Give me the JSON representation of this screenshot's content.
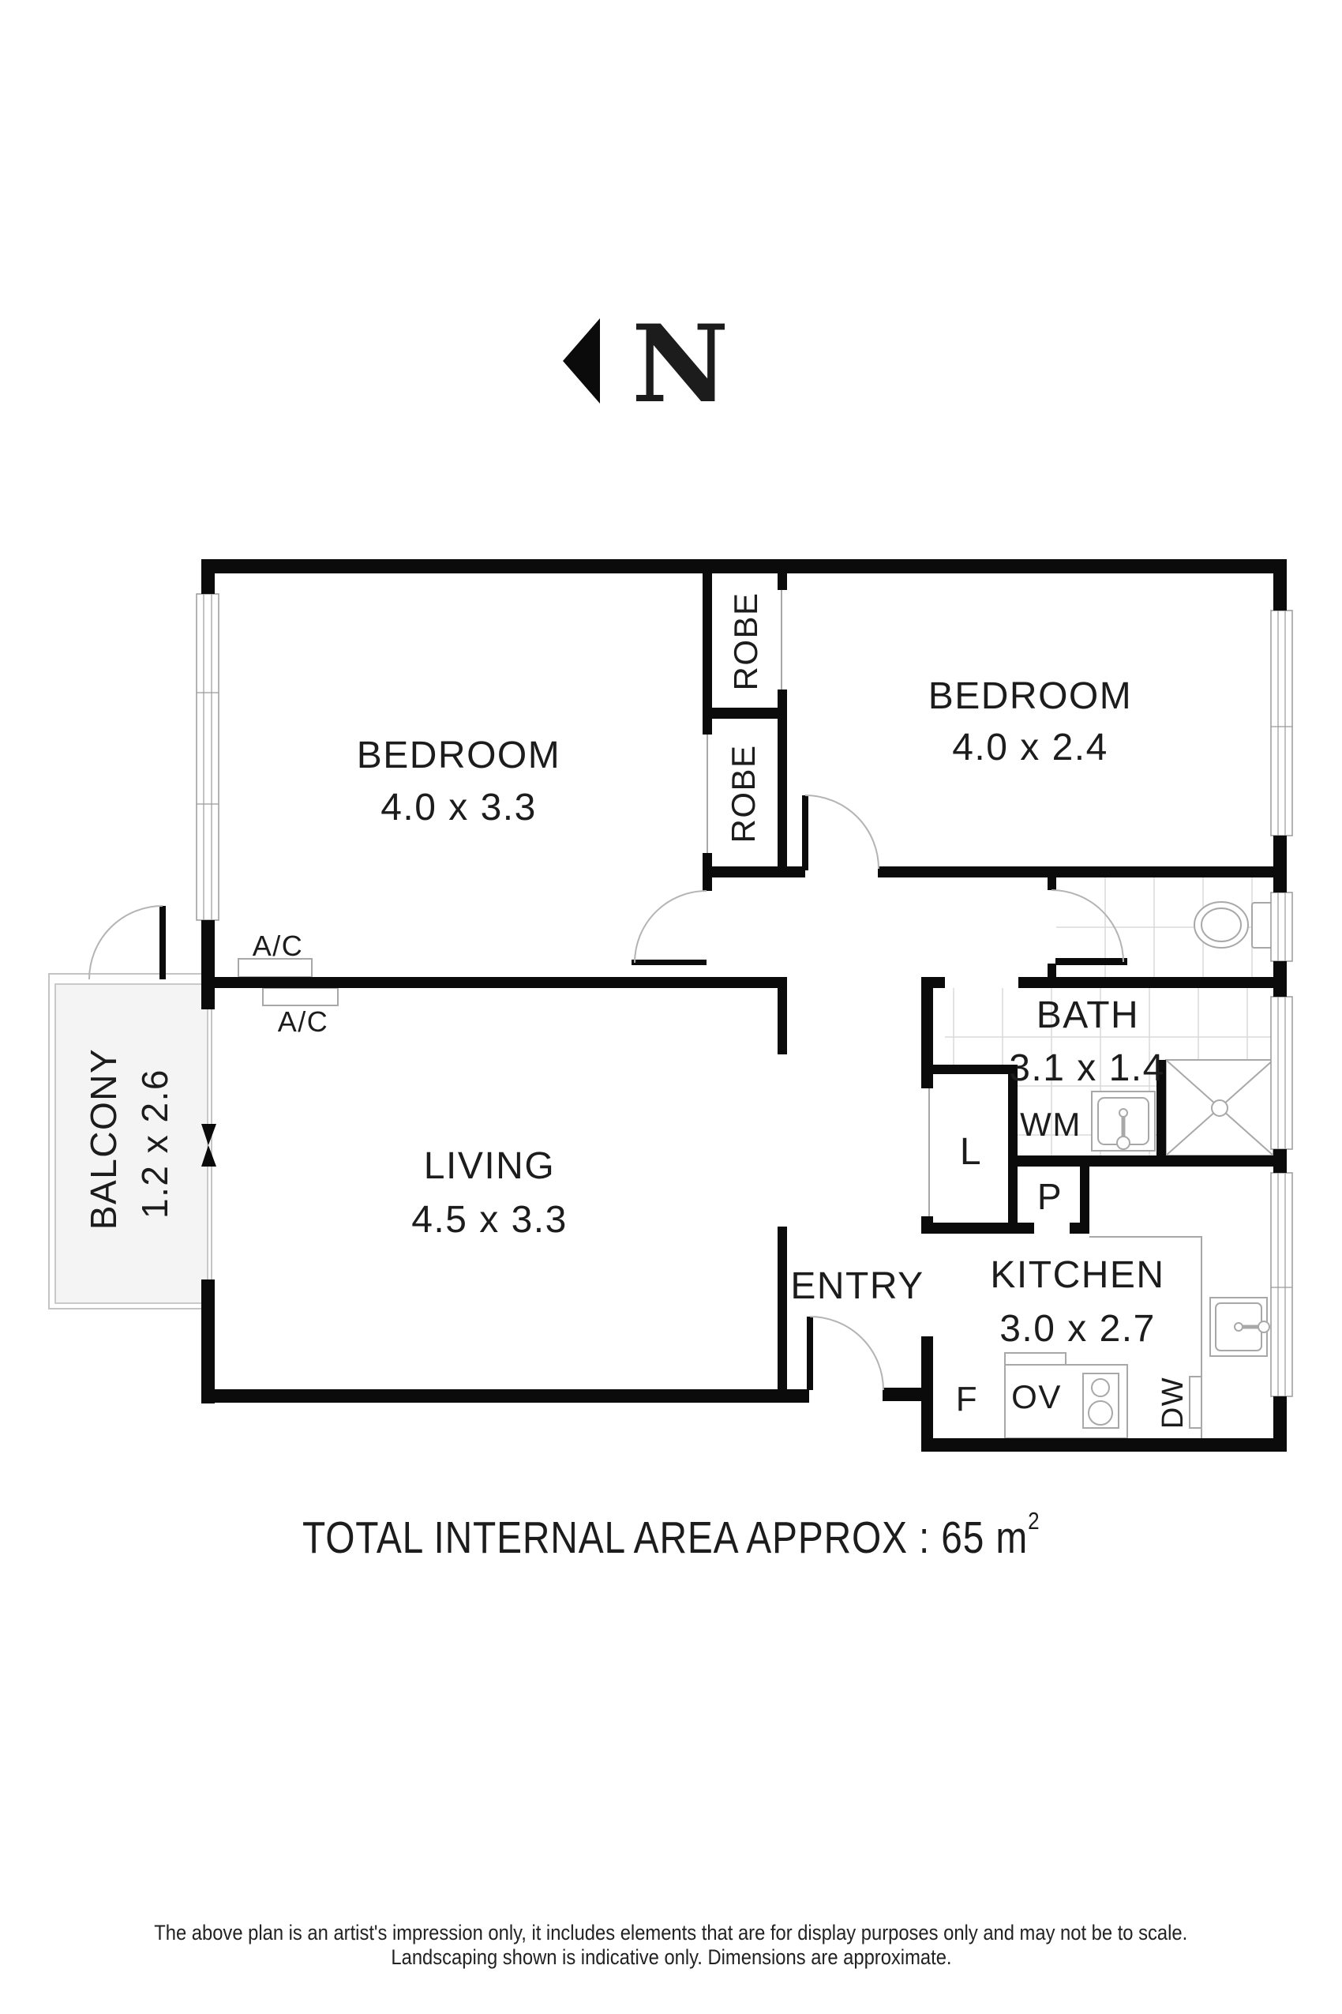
{
  "compass": {
    "label": "N"
  },
  "rooms": {
    "bedroom1": {
      "label": "BEDROOM",
      "dims": "4.0 x 3.3"
    },
    "bedroom2": {
      "label": "BEDROOM",
      "dims": "4.0 x 2.4"
    },
    "living": {
      "label": "LIVING",
      "dims": "4.5 x 3.3"
    },
    "kitchen": {
      "label": "KITCHEN",
      "dims": "3.0 x 2.7"
    },
    "bath": {
      "label": "BATH",
      "dims": "3.1 x 1.4"
    },
    "balcony": {
      "label": "BALCONY",
      "dims": "1.2 x 2.6"
    },
    "entry": {
      "label": "ENTRY"
    }
  },
  "storage": {
    "robe_upper": "ROBE",
    "robe_lower": "ROBE",
    "linen": "L",
    "pantry": "P"
  },
  "appliances": {
    "ac_bedroom": "A/C",
    "ac_living": "A/C",
    "washing_machine": "WM",
    "fridge": "F",
    "oven": "OV",
    "dishwasher": "DW"
  },
  "summary": {
    "label": "TOTAL INTERNAL AREA APPROX : 65 m",
    "superscript": "2"
  },
  "disclaimer": {
    "line1": "The above plan is an artist's impression only, it includes elements that are for display purposes only and may not be to scale.",
    "line2": "Landscaping shown is indicative only. Dimensions are approximate."
  },
  "colors": {
    "wall": "#0b0b0b",
    "text": "#1c1c1c",
    "balcony_fill": "#f4f4f4",
    "fixture_line": "#a8a8a8",
    "tile_line": "#dadada"
  }
}
